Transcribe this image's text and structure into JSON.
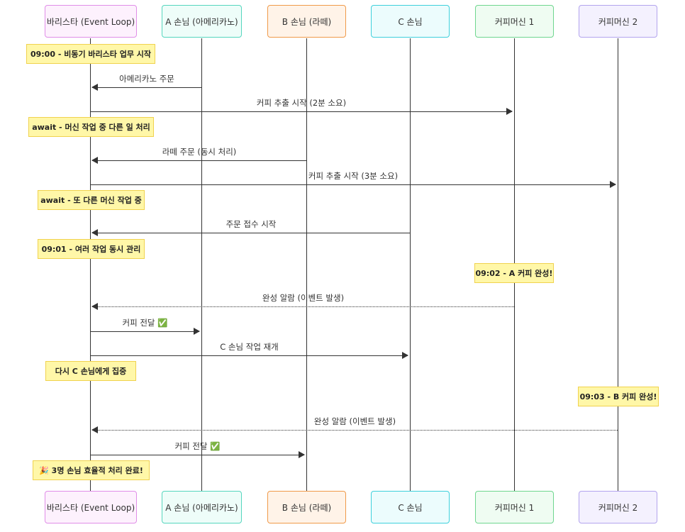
{
  "participants": [
    {
      "name": "바리스타 (Event Loop)",
      "border": "#e08ee8",
      "fill": "#fdf1fd"
    },
    {
      "name": "A 손님 (아메리카노)",
      "border": "#56d6be",
      "fill": "#eefdf9"
    },
    {
      "name": "B 손님 (라떼)",
      "border": "#f09a4a",
      "fill": "#fff3e8"
    },
    {
      "name": "C 손님",
      "border": "#3ed0dc",
      "fill": "#ecfcfd"
    },
    {
      "name": "커피머신 1",
      "border": "#6fd68f",
      "fill": "#effcf2"
    },
    {
      "name": "커피머신 2",
      "border": "#b3a4ee",
      "fill": "#f4f1fe"
    }
  ],
  "notes": [
    "09:00 - 비동기 바리스타 업무 시작",
    "await - 머신 작업 중 다른 일 처리",
    "await - 또 다른 머신 작업 중",
    "09:01 - 여러 작업 동시 관리",
    "09:02 - A 커피 완성!",
    "다시 C 손님에게 집중",
    "09:03 - B 커피 완성!",
    "🎉 3명 손님 효율적 처리 완료!"
  ],
  "messages": [
    "아메리카노 주문",
    "커피 추출 시작 (2분 소요)",
    "라떼 주문 (동시 처리)",
    "커피 추출 시작 (3분 소요)",
    "주문 접수 시작",
    "완성 알람 (이벤트 발생)",
    "커피 전달 ✅",
    "C 손님 작업 재개",
    "완성 알람 (이벤트 발생)",
    "커피 전달 ✅"
  ]
}
